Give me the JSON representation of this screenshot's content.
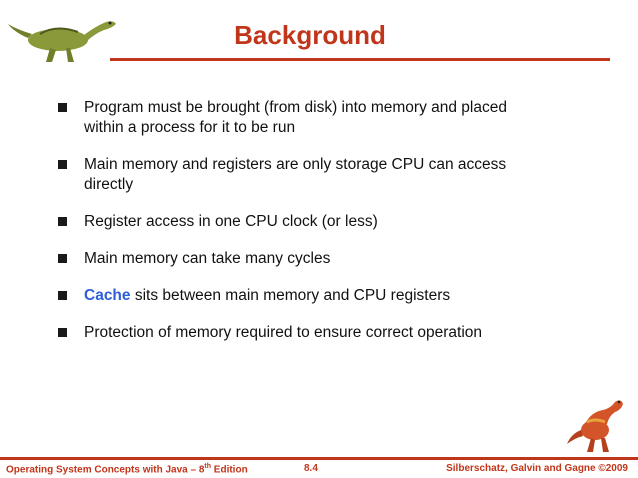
{
  "title": "Background",
  "bullets": [
    {
      "text": "Program must be brought (from disk)  into memory and placed within a process for it to be run"
    },
    {
      "text": "Main memory and registers are only storage CPU can access directly"
    },
    {
      "text": "Register access in one CPU clock (or less)"
    },
    {
      "text": "Main memory can take many cycles"
    },
    {
      "highlight": "Cache",
      "text": " sits between main memory and CPU registers"
    },
    {
      "text": "Protection of memory required to ensure correct operation"
    }
  ],
  "footer": {
    "left_main": "Operating System Concepts with Java – 8",
    "left_sup": "th",
    "left_tail": " Edition",
    "center": "8.4",
    "right": "Silberschatz, Galvin and Gagne ©2009"
  },
  "colors": {
    "accent": "#c0361b",
    "highlight": "#2f5fd8",
    "text": "#111111"
  },
  "icons": {
    "top_logo": "dinosaur-logo-icon",
    "bottom_logo": "dinosaur-mascot-icon",
    "bullet": "square-bullet-icon"
  }
}
